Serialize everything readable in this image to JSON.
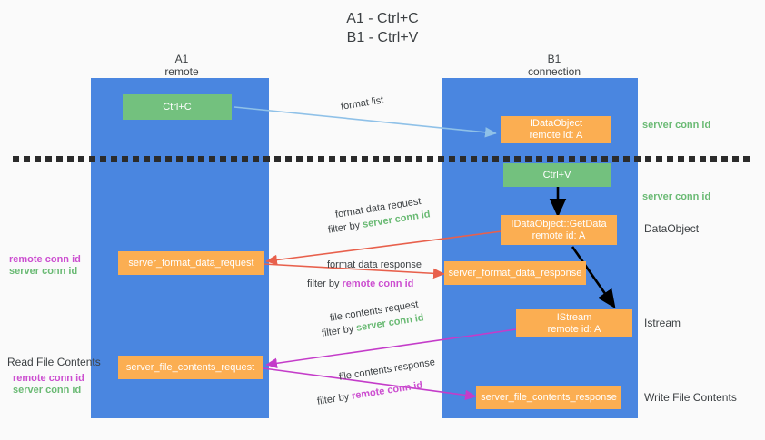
{
  "title": "A1 - Ctrl+C\nB1 - Ctrl+V",
  "lanes": [
    {
      "name": "A1",
      "role": "remote",
      "header": "A1\nremote"
    },
    {
      "name": "B1",
      "role": "connection",
      "header": "B1\nconnection"
    }
  ],
  "colors": {
    "lane_fill": "#4a86e0",
    "box_green": "#73c17e",
    "box_orange": "#fbae52",
    "server_conn_id": "#6aba74",
    "remote_conn_id": "#cc4fd0",
    "arrow_blue": "#8fc1e8",
    "arrow_red": "#e8604c",
    "arrow_magenta": "#c43cc9",
    "arrow_black": "#000000",
    "divider": "#2b2b2b",
    "background": "#fafafa"
  },
  "boxes": {
    "ctrl_c": "Ctrl+C",
    "ctrl_v": "Ctrl+V",
    "idataobject": "IDataObject\nremote id: A",
    "idataobject_getdata": "IDataObject::GetData\nremote id: A",
    "istream": "IStream\nremote id: A",
    "server_format_data_request": "server_format_data_request",
    "server_format_data_response": "server_format_data_response",
    "server_file_contents_request": "server_file_contents_request",
    "server_file_contents_response": "server_file_contents_response"
  },
  "right_labels": {
    "server_conn_id_top": "server conn id",
    "server_conn_id_mid": "server conn id",
    "dataobject": "DataObject",
    "istream": "Istream",
    "write_file_contents": "Write File Contents"
  },
  "left_labels": {
    "remote_conn_id_1": "remote conn id",
    "server_conn_id_1": "server conn id",
    "read_file_contents": "Read File Contents",
    "remote_conn_id_2": "remote conn id",
    "server_conn_id_2": "server conn id"
  },
  "edges": {
    "format_list": "format list",
    "format_data_request": "format data request",
    "format_data_request_filter_prefix": "filter by ",
    "format_data_request_filter_value": "server conn id",
    "format_data_response": "format data response",
    "format_data_response_filter_prefix": "filter by ",
    "format_data_response_filter_value": "remote conn id",
    "file_contents_request": "file contents request",
    "file_contents_request_filter_prefix": "filter by ",
    "file_contents_request_filter_value": "server conn id",
    "file_contents_response": "file contents response",
    "file_contents_response_filter_prefix": "filter by ",
    "file_contents_response_filter_value": "remote conn id"
  }
}
